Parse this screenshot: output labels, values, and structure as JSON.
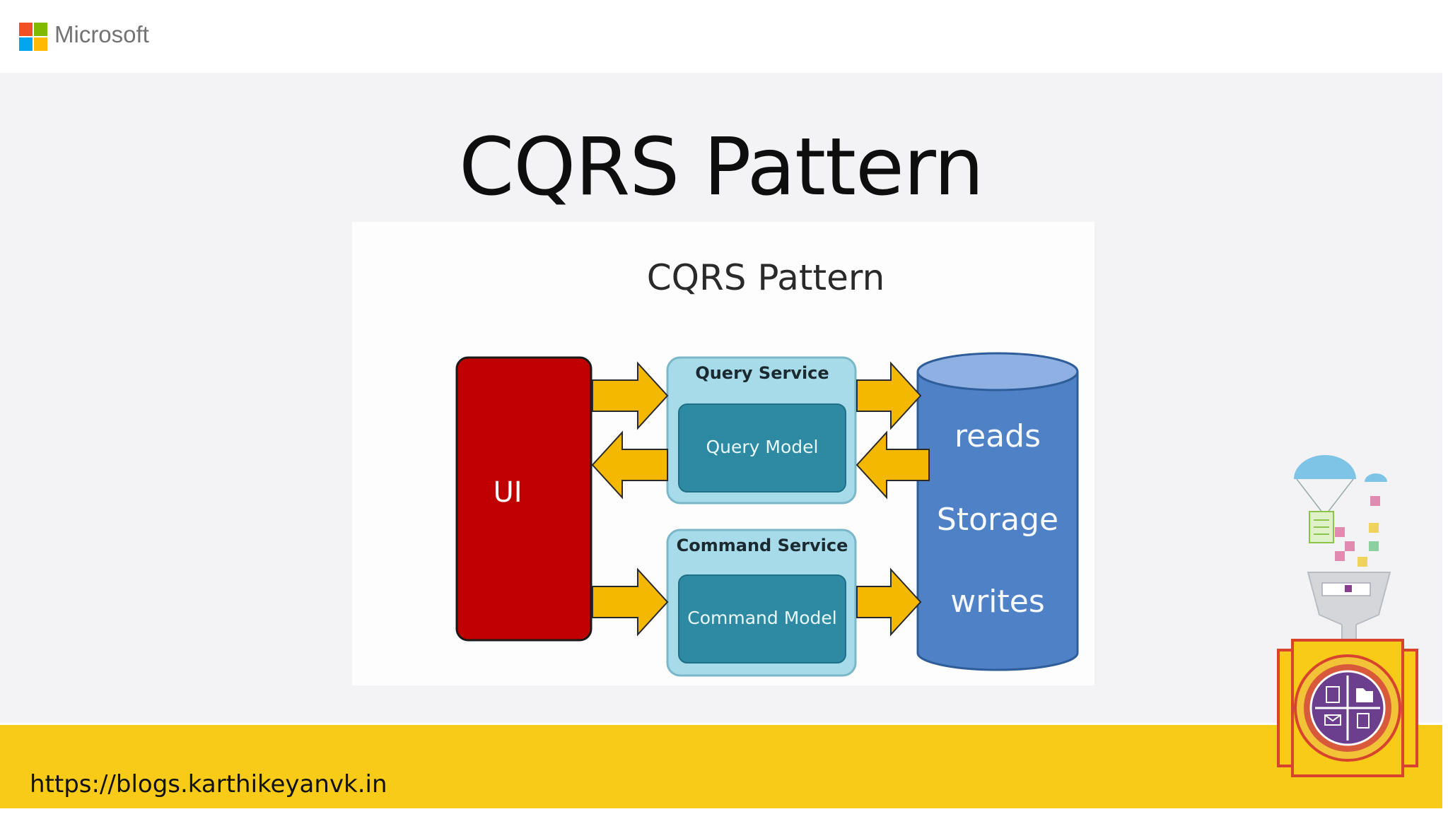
{
  "header": {
    "logo_text": "Microsoft"
  },
  "slide": {
    "title": "CQRS Pattern"
  },
  "diagram": {
    "title": "CQRS Pattern",
    "ui_label": "UI",
    "query_service_label": "Query Service",
    "query_model_label": "Query Model",
    "command_service_label": "Command Service",
    "command_model_label": "Command Model",
    "storage": {
      "reads": "reads",
      "storage": "Storage",
      "writes": "writes"
    }
  },
  "footer": {
    "url": "https://blogs.karthikeyanvk.in"
  },
  "colors": {
    "footer_band": "#f7cb17",
    "ui_box": "#c00000",
    "service_box": "#a7dbea",
    "model_box": "#2e8aa2",
    "storage": "#4f81c7",
    "arrow": "#f5b800"
  }
}
